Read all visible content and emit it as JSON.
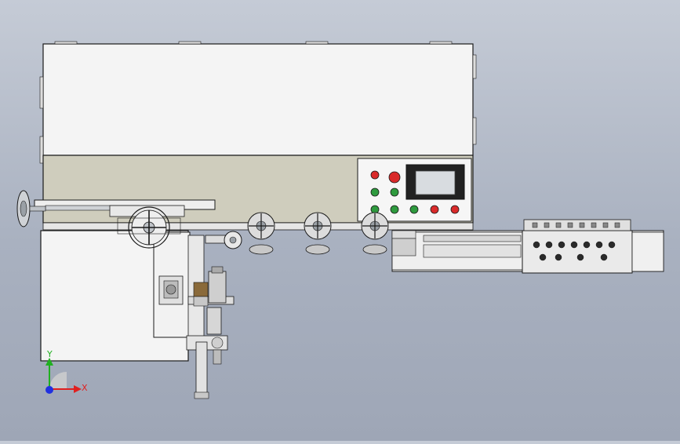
{
  "viewport": {
    "background_top": "#c5cbd6",
    "background_bottom": "#9ea6b6"
  },
  "axes": {
    "x_label": "X",
    "y_label": "Y",
    "x_color": "#e02020",
    "y_color": "#20b020",
    "z_color": "#2030e0"
  },
  "control_panel": {
    "buttons": [
      {
        "color": "red",
        "hex": "#d92a2a"
      },
      {
        "color": "red",
        "hex": "#d92a2a"
      },
      {
        "color": "green",
        "hex": "#2e9a3e"
      },
      {
        "color": "green",
        "hex": "#2e9a3e"
      },
      {
        "color": "green",
        "hex": "#2e9a3e"
      },
      {
        "color": "green",
        "hex": "#2e9a3e"
      },
      {
        "color": "green",
        "hex": "#2e9a3e"
      },
      {
        "color": "red",
        "hex": "#d92a2a"
      },
      {
        "color": "red",
        "hex": "#d92a2a"
      }
    ],
    "screen_color": "#d8dce0"
  },
  "colors": {
    "housing": "#f4f4f4",
    "panel_beige": "#cfcdbd",
    "outline": "#1a1a1a",
    "steel": "#bfc3c8"
  }
}
